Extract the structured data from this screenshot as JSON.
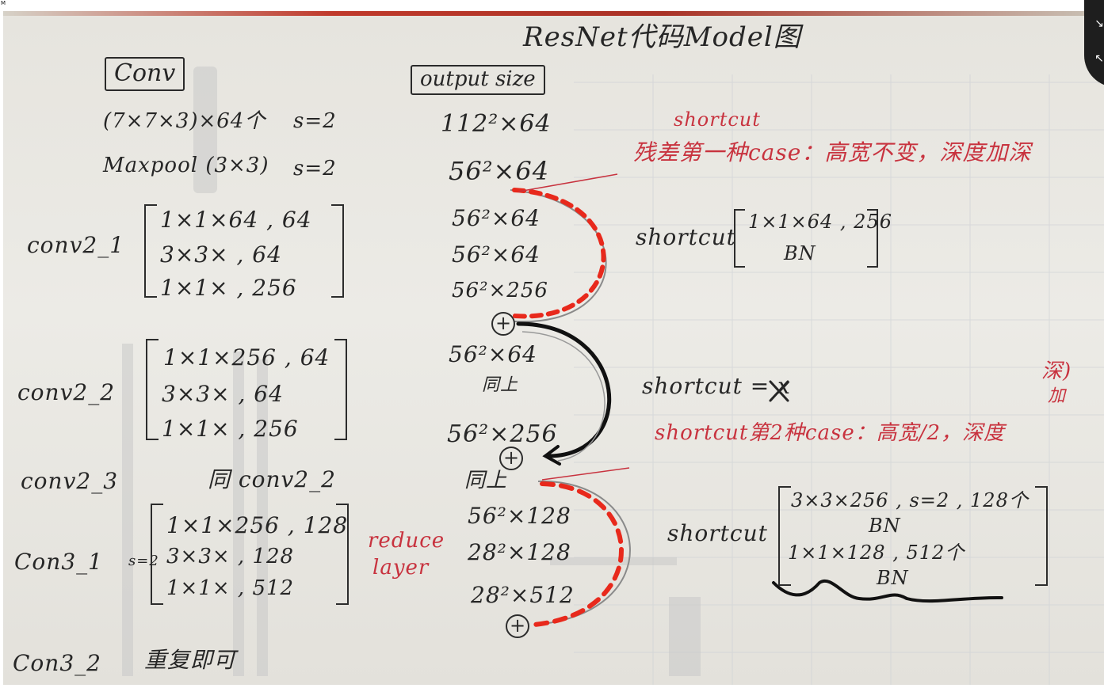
{
  "title": "ResNet代码Model图",
  "headers": {
    "conv": "Conv",
    "output_size": "output size"
  },
  "conv1": {
    "kernel": "(7×7×3)×64个",
    "stride": "s=2",
    "output": "112²×64"
  },
  "maxpool": {
    "label": "Maxpool (3×3)",
    "stride": "s=2",
    "output": "56²×64"
  },
  "conv2_1": {
    "name": "conv2_1",
    "rows": [
      "1×1×64 , 64",
      "3×3×    , 64",
      "1×1×    , 256"
    ],
    "outputs": [
      "56²×64",
      "56²×64",
      "56²×256"
    ]
  },
  "conv2_2": {
    "name": "conv2_2",
    "rows": [
      "1×1×256 , 64",
      "3×3×    , 64",
      "1×1×    , 256"
    ],
    "outputs": [
      "56²×64",
      "同上",
      "56²×256"
    ]
  },
  "conv2_3": {
    "name": "conv2_3",
    "desc": "同 conv2_2",
    "output": "同上"
  },
  "conv3_1": {
    "name": "Con3_1",
    "stride": "s=2",
    "rows": [
      "1×1×256 , 128",
      "3×3×    , 128",
      "1×1×    , 512"
    ],
    "outputs": [
      "56²×128",
      "28²×128",
      "28²×512"
    ]
  },
  "conv3_2": {
    "name": "Con3_2",
    "desc": "重复即可"
  },
  "annotations": {
    "shortcut_word": "shortcut",
    "case1": "残差第一种case：高宽不变，深度加深",
    "case1_shortcut_label": "shortcut",
    "case1_shortcut_rows": [
      "1×1×64 , 256",
      "BN"
    ],
    "case_identity": "shortcut = x",
    "deepen": "深)",
    "add": "加",
    "case2": "shortcut第2种case：高宽/2，深度",
    "case2_shortcut_label": "shortcut",
    "case2_shortcut_rows": [
      "3×3×256 , s=2 , 128个",
      "BN",
      "1×1×128 , 512个",
      "BN"
    ],
    "reduce": "reduce",
    "layer": "layer"
  },
  "colors": {
    "ink": "#262626",
    "red_ink": "#c8333f",
    "dash_red": "#e8291c",
    "paper": "#e8e6e0"
  },
  "corner": {
    "top_glyph": "↘",
    "bottom_glyph": "↖"
  },
  "tiny_mark": "M"
}
